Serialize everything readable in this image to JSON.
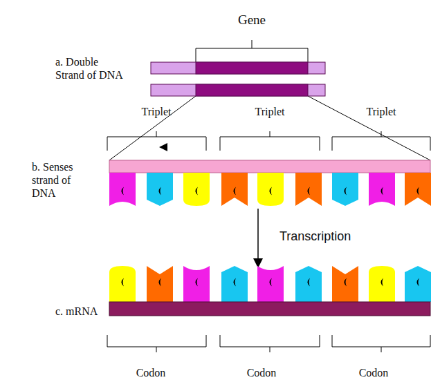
{
  "diagram": {
    "labels": [
      "Gene",
      "a. Double Strand of DNA",
      "Triplet",
      "Triplet",
      "Triplet",
      "b. Senses strand of DNA",
      "Transcription",
      "c. mRNA",
      "Codon",
      "Codon",
      "Codon"
    ]
  }
}
